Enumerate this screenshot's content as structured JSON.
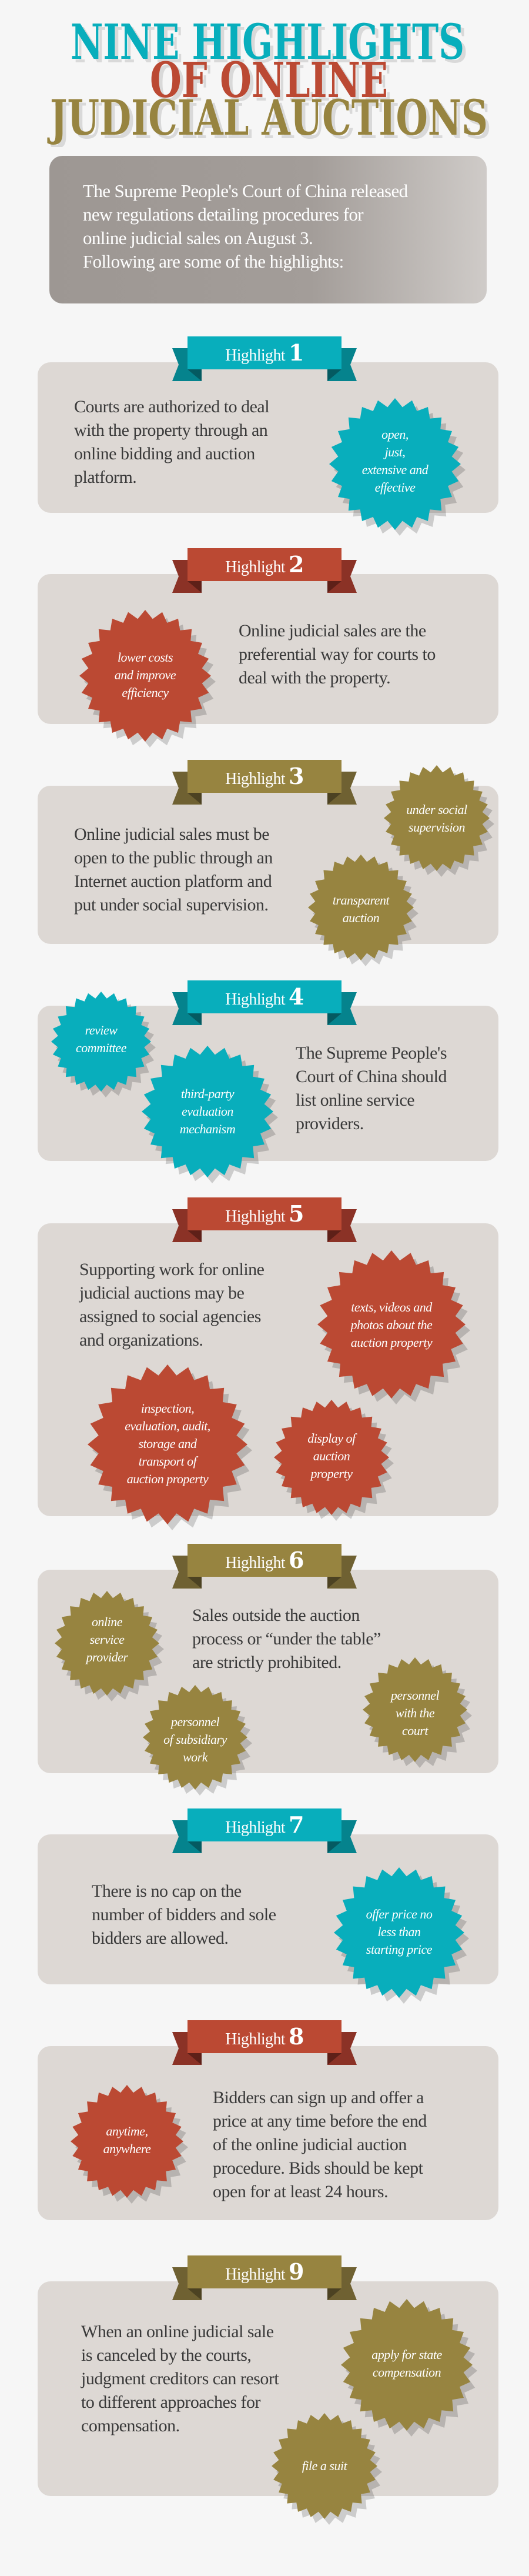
{
  "title": {
    "lines": [
      "NINE HIGHLIGHTS",
      "OF ONLINE",
      "JUDICIAL AUCTIONS"
    ]
  },
  "intro": {
    "lines": [
      "The Supreme People's Court of China released",
      "new regulations detailing procedures for",
      "online judicial sales on August 3.",
      "Following are some of the highlights:"
    ]
  },
  "colors": {
    "teal": "#08aebc",
    "red": "#bb4933",
    "olive": "#978440",
    "card": "#ddd8d4",
    "background": "#f6f6f6"
  },
  "highlights": [
    {
      "label": "Highlight",
      "number": "1",
      "color": "teal",
      "body": [
        "Courts are authorized to deal",
        "with the property through an",
        "online bidding and auction",
        "platform."
      ],
      "badges": [
        {
          "lines": [
            "open,",
            "just,",
            "extensive and",
            "effective"
          ]
        }
      ]
    },
    {
      "label": "Highlight",
      "number": "2",
      "color": "red",
      "body": [
        "Online judicial sales are the",
        "preferential way for courts to",
        "deal with the property."
      ],
      "badges": [
        {
          "lines": [
            "lower costs",
            "and improve",
            "efficiency"
          ]
        }
      ]
    },
    {
      "label": "Highlight",
      "number": "3",
      "color": "olive",
      "body": [
        "Online judicial sales must be",
        "open to the public through an",
        "Internet auction platform and",
        "put under social supervision."
      ],
      "badges": [
        {
          "lines": [
            "under social",
            "supervision"
          ]
        },
        {
          "lines": [
            "transparent",
            "auction"
          ]
        }
      ]
    },
    {
      "label": "Highlight",
      "number": "4",
      "color": "teal",
      "body": [
        "The Supreme People's",
        "Court of China should",
        "list online service",
        "providers."
      ],
      "badges": [
        {
          "lines": [
            "review",
            "committee"
          ]
        },
        {
          "lines": [
            "third-party",
            "evaluation",
            "mechanism"
          ]
        }
      ]
    },
    {
      "label": "Highlight",
      "number": "5",
      "color": "red",
      "body": [
        "Supporting work for online",
        "judicial auctions may be",
        "assigned to social agencies",
        "and organizations."
      ],
      "badges": [
        {
          "lines": [
            "texts, videos and",
            "photos about the",
            "auction property"
          ]
        },
        {
          "lines": [
            "inspection,",
            "evaluation, audit,",
            "storage and",
            "transport of",
            "auction property"
          ]
        },
        {
          "lines": [
            "display of",
            "auction",
            "property"
          ]
        }
      ]
    },
    {
      "label": "Highlight",
      "number": "6",
      "color": "olive",
      "body": [
        "Sales outside the auction",
        "process or “under the table”",
        "are strictly prohibited."
      ],
      "badges": [
        {
          "lines": [
            "online",
            "service",
            "provider"
          ]
        },
        {
          "lines": [
            "personnel",
            "of subsidiary",
            "work"
          ]
        },
        {
          "lines": [
            "personnel",
            "with the",
            "court"
          ]
        }
      ]
    },
    {
      "label": "Highlight",
      "number": "7",
      "color": "teal",
      "body": [
        "There is no cap on the",
        "number of bidders and sole",
        "bidders are allowed."
      ],
      "badges": [
        {
          "lines": [
            "offer price no",
            "less than",
            "starting price"
          ]
        }
      ]
    },
    {
      "label": "Highlight",
      "number": "8",
      "color": "red",
      "body": [
        "Bidders can sign up and offer a",
        "price at any time before the end",
        "of the online judicial auction",
        "procedure. Bids should be kept",
        "open for at least 24 hours."
      ],
      "badges": [
        {
          "lines": [
            "anytime,",
            "anywhere"
          ]
        }
      ]
    },
    {
      "label": "Highlight",
      "number": "9",
      "color": "olive",
      "body": [
        "When an online judicial sale",
        "is canceled by the courts,",
        "judgment creditors can resort",
        "to different approaches for",
        "compensation."
      ],
      "badges": [
        {
          "lines": [
            "apply for state",
            "compensation"
          ]
        },
        {
          "lines": [
            "file a suit"
          ]
        }
      ]
    }
  ]
}
